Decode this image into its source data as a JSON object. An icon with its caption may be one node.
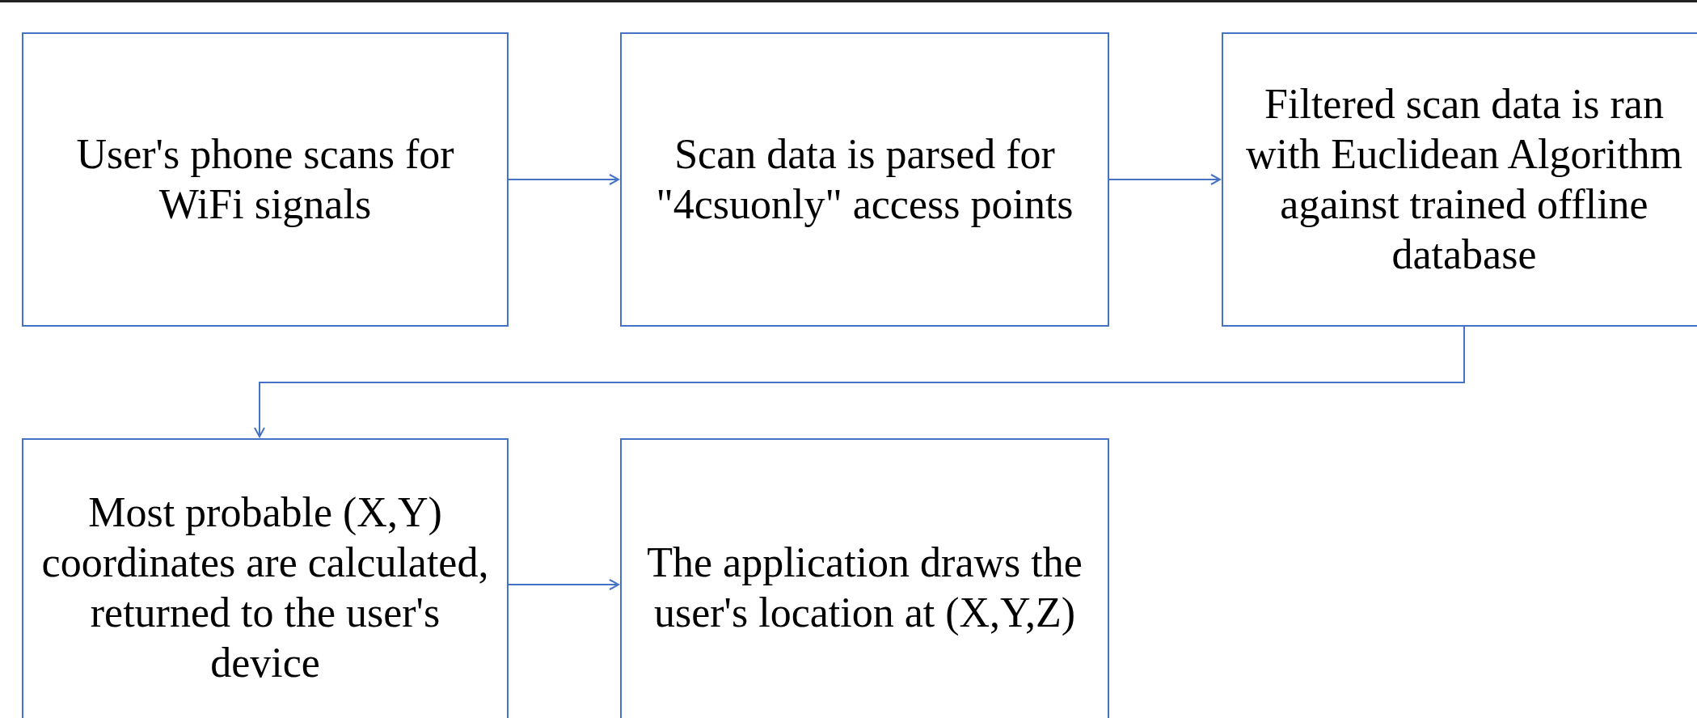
{
  "diagram": {
    "nodes": [
      {
        "text": [
          "User's phone scans for WiFi signals"
        ]
      },
      {
        "text": [
          "Scan data is parsed for \"4csuonly\" access points"
        ]
      },
      {
        "text": [
          "Filtered scan data is ran with Euclidean Algorithm against trained offline database"
        ]
      },
      {
        "text": [
          "Most probable (X,Y) coordinates are calculated, returned to the user's device"
        ]
      },
      {
        "text": [
          "The application draws the user's location at (X,Y,Z)"
        ]
      }
    ],
    "edges": [
      {
        "from": 0,
        "to": 1,
        "arrow": "to",
        "color": "#4472c4"
      },
      {
        "from": 1,
        "to": 2,
        "arrow": "to",
        "color": "#4472c4"
      },
      {
        "from": 2,
        "to": 3,
        "arrow": "to",
        "color": "#4472c4"
      },
      {
        "from": 3,
        "to": 4,
        "arrow": "to",
        "color": "#4472c4"
      }
    ]
  }
}
